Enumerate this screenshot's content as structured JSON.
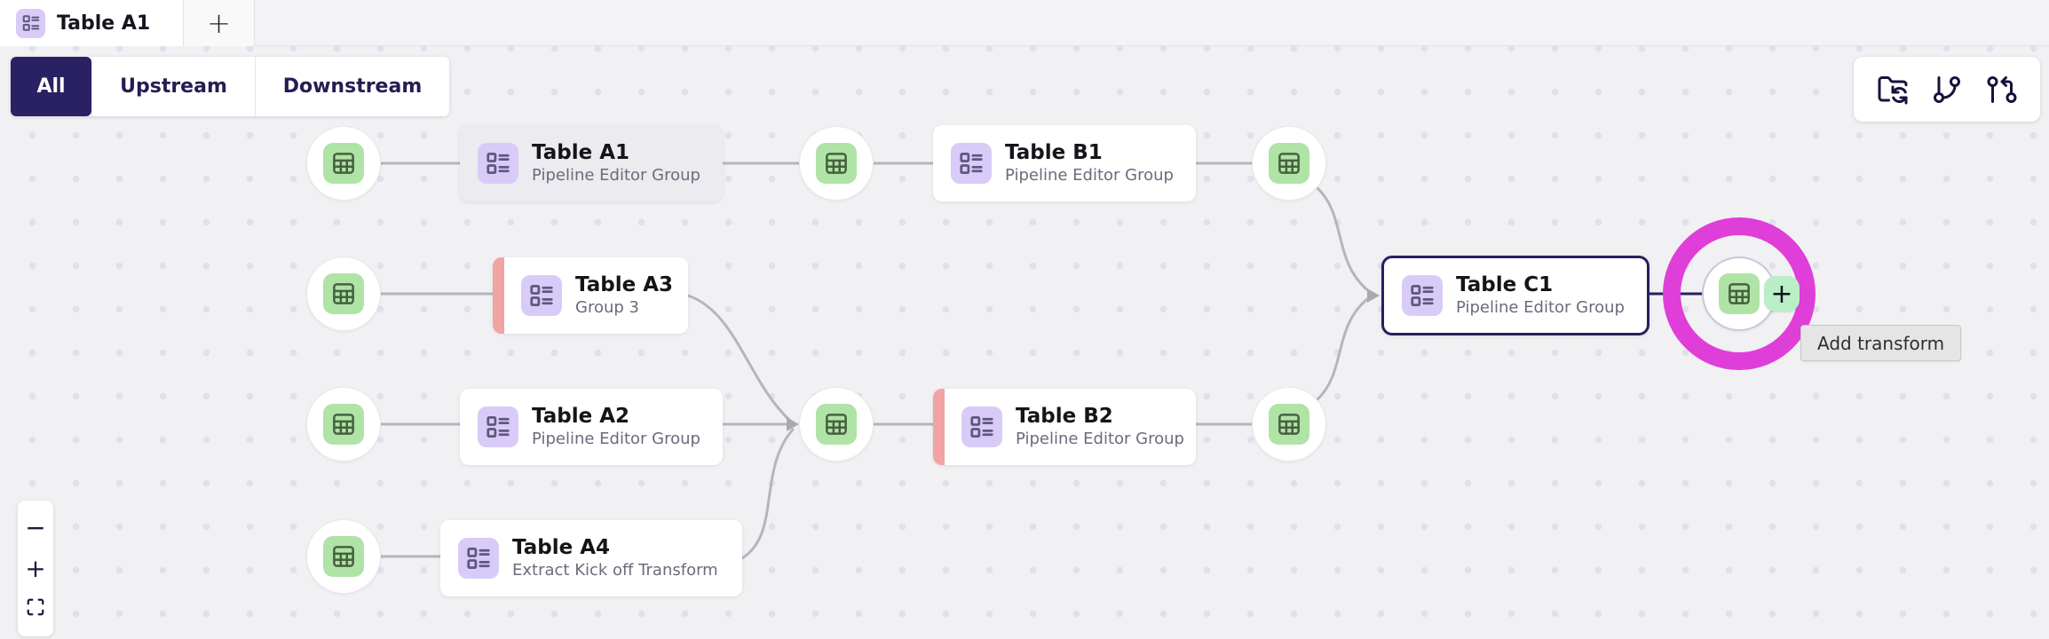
{
  "colors": {
    "accent_navy": "#272060",
    "selected_segment_bg": "#2a2163",
    "magenta_highlight": "#e03ed8",
    "dataset_green_bg": "#b0e3a6",
    "dataset_green_stroke": "#46613f",
    "transform_purple_bg": "#d9cbf7",
    "transform_purple_stroke": "#5e5880",
    "warning_strip_red": "#f2a3a3",
    "edge_gray": "#b5b5bd",
    "canvas_bg": "#f1f1f3",
    "selected_card_bg": "#ebebf0"
  },
  "tab_bar": {
    "active_tab": "Table A1",
    "new_tab": "+"
  },
  "filter_bar": {
    "all": "All",
    "upstream": "Upstream",
    "downstream": "Downstream",
    "selected": "All"
  },
  "toolbar_icons": [
    "folder-sync-icon",
    "git-branch-icon",
    "git-pull-request-icon"
  ],
  "graph": {
    "cards": [
      {
        "title": "Table A1",
        "subtitle": "Pipeline Editor Group",
        "state": "highlighted"
      },
      {
        "title": "Table B1",
        "subtitle": "Pipeline Editor Group",
        "state": "normal"
      },
      {
        "title": "Table A3",
        "subtitle": "Group 3",
        "state": "warning"
      },
      {
        "title": "Table A2",
        "subtitle": "Pipeline Editor Group",
        "state": "normal"
      },
      {
        "title": "Table B2",
        "subtitle": "Pipeline Editor Group",
        "state": "warning"
      },
      {
        "title": "Table A4",
        "subtitle": "Extract Kick off Transform",
        "state": "normal"
      },
      {
        "title": "Table C1",
        "subtitle": "Pipeline Editor Group",
        "state": "selected"
      }
    ],
    "add_button": "+",
    "tooltip": "Add transform"
  },
  "zoom_controls": {
    "zoom_out": "−",
    "zoom_in": "+"
  }
}
